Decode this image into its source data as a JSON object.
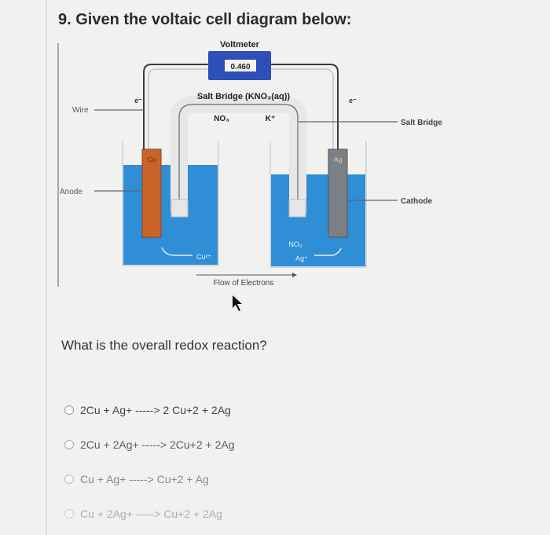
{
  "question": {
    "title": "9. Given the voltaic cell diagram below:",
    "prompt": "What is the overall redox reaction?"
  },
  "diagram": {
    "voltmeter_label": "Voltmeter",
    "voltmeter_reading": "0.460",
    "salt_bridge_title": "Salt Bridge (KNO₃(aq))",
    "no3_ion": "NO₃",
    "k_ion": "K⁺",
    "left_electron": "e⁻",
    "right_electron": "e⁻",
    "cu_electrode": "Cu",
    "ag_electrode": "Ag",
    "cu_ion": "Cu²⁺",
    "ag_ion": "Ag⁺",
    "no3_right": "NO₃",
    "wire_label": "Wire",
    "anode_label": "Anode",
    "salt_bridge_label": "Salt Bridge",
    "cathode_label": "Cathode",
    "flow_label": "Flow of Electrons",
    "colors": {
      "solution": "#2f8ed6",
      "copper": "#c9652b",
      "silver": "#7b7f86",
      "voltmeter": "#2d4fb8"
    }
  },
  "choices": [
    {
      "label": "2Cu + Ag+ -----> 2 Cu+2 + 2Ag"
    },
    {
      "label": "2Cu + 2Ag+ -----> 2Cu+2 + 2Ag"
    },
    {
      "label": "Cu + Ag+ -----> Cu+2 + Ag"
    },
    {
      "label": "Cu + 2Ag+ -----> Cu+2 + 2Ag"
    }
  ]
}
